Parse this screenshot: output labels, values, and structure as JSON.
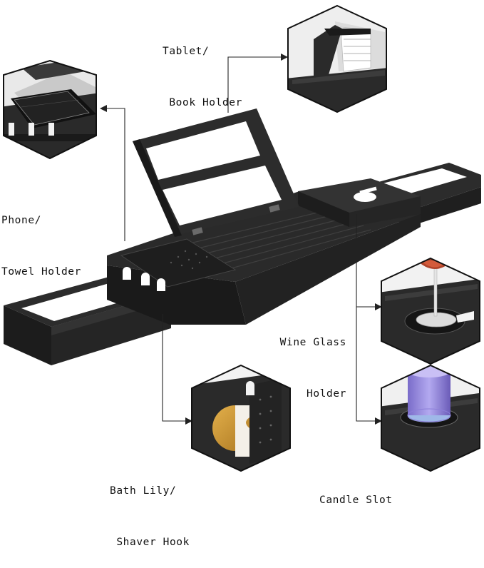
{
  "labels": {
    "tablet": [
      "Tablet/",
      " Book Holder"
    ],
    "phone": [
      "Phone/",
      "Towel Holder"
    ],
    "wine": [
      "Wine Glass",
      "Holder"
    ],
    "bath": [
      "Bath Lily/",
      " Shaver Hook"
    ],
    "candle": [
      "Candle Slot"
    ]
  },
  "colors": {
    "wood": "#2a2a2a",
    "wood_dark": "#161616",
    "wood_light": "#3c3c3c",
    "line": "#1a1a1a",
    "hex_border": "#111111"
  }
}
